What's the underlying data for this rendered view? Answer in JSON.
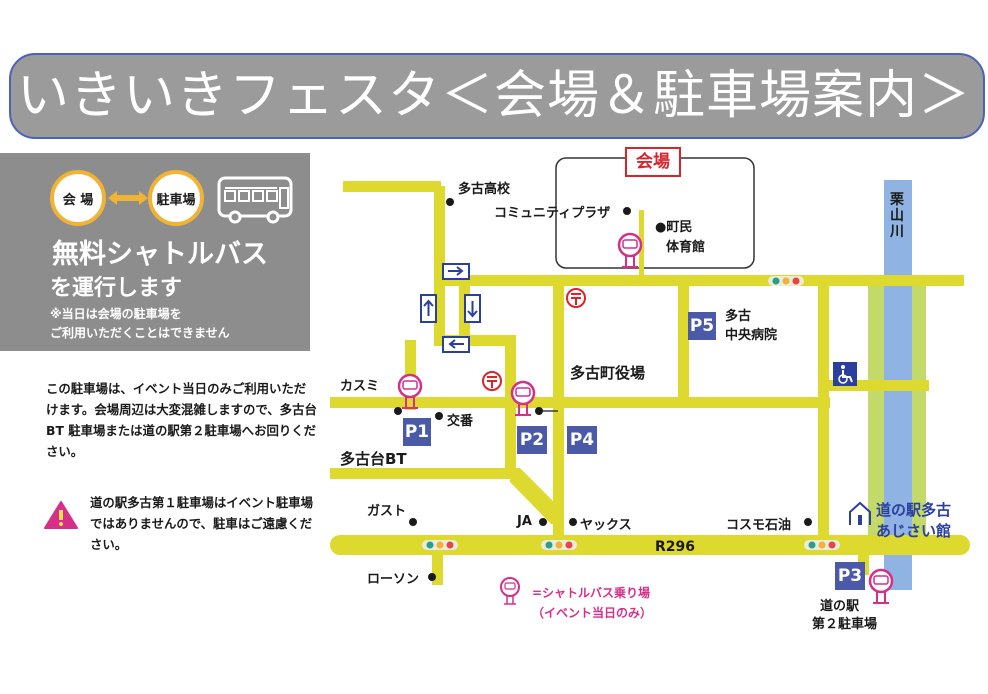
{
  "title": "いきいきフェスタ＜会場＆駐車場案内＞",
  "shuttle_panel": {
    "venue_circle": "会 場",
    "parking_circle": "駐車場",
    "heading": "無料シャトルバス",
    "subheading": "を運行します",
    "note_line1": "※当日は会場の駐車場を",
    "note_line2": "ご利用いただくことはできません"
  },
  "info_text": "この駐車場は、イベント当日のみご利用いただけます。会場周辺は大変混雑しますので、多古台 BT 駐車場または道の駅第２駐車場へお回りください。",
  "warning_text": "道の駅多古第１駐車場はイベント駐車場ではありませんので、駐車はご遠慮ください。",
  "map": {
    "venue": "会場",
    "labels": {
      "school": "多古高校",
      "community": "コミュニティプラザ",
      "gym_line1": "●町民",
      "gym_line2": "体育館",
      "river": "栗山川",
      "hospital_line1": "多古",
      "hospital_line2": "中央病院",
      "town_hall": "多古町役場",
      "kasumi": "カスミ",
      "koban": "交番",
      "bt": "多古台BT",
      "gusto": "ガスト",
      "ja": "JA",
      "yaokus": "ヤックス",
      "cosmos": "コスモ石油",
      "lawson": "ローソン",
      "route": "R296",
      "michi_no_eki_line1": "道の駅多古",
      "michi_no_eki_line2": "あじさい館",
      "p3_line1": "道の駅",
      "p3_line2": "第２駐車場"
    },
    "parking": {
      "p1": "P1",
      "p2": "P2",
      "p3": "P3",
      "p4": "P4",
      "p5": "P5"
    },
    "legend_line1": "=シャトルバス乗り場",
    "legend_line2": "（イベント当日のみ）"
  },
  "colors": {
    "road": "#ddd92f",
    "river": "#8fb4e3",
    "parking": "#4a5aa8",
    "bus_stop": "#d62f8a",
    "accent": "#f2b233",
    "header": "#9b9b9b"
  },
  "icons": [
    "bus-icon",
    "arrow-double-icon",
    "warning-icon",
    "post-office-icon",
    "wheelchair-icon",
    "traffic-light-icon",
    "bus-stop-icon",
    "arrow-right-icon",
    "arrow-up-icon",
    "arrow-down-icon",
    "arrow-left-icon",
    "michi-no-eki-icon"
  ]
}
